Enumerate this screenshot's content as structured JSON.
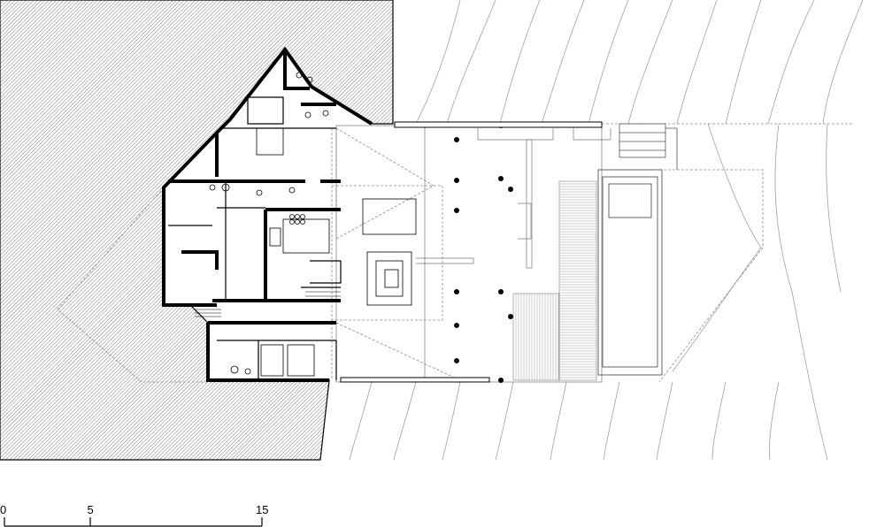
{
  "drawing": {
    "type": "architectural floor plan",
    "colors": {
      "wall": "#000000",
      "hatch": "#8a8a8a",
      "contour": "#9a9a9a",
      "dashed": "#8c8c8c"
    }
  },
  "scale_bar": {
    "ticks": [
      {
        "label": "0",
        "value": 0
      },
      {
        "label": "5",
        "value": 5
      },
      {
        "label": "15",
        "value": 15
      }
    ]
  }
}
